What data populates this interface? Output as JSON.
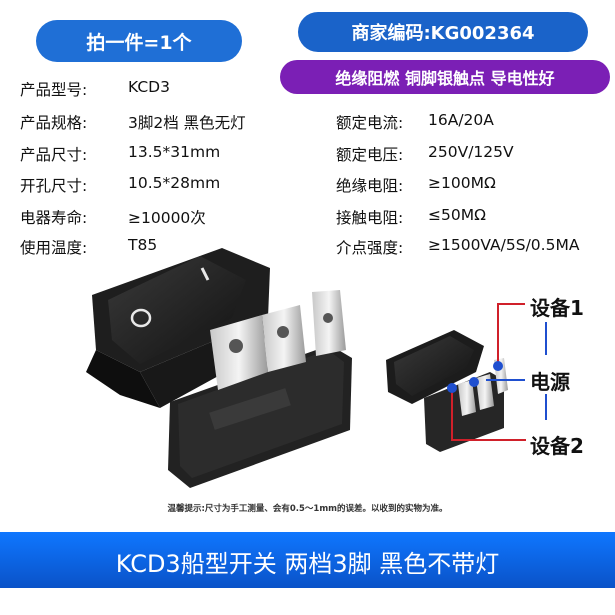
{
  "badges": {
    "quantity": "拍一件=1个",
    "merchant_code": "商家编码:KG002364",
    "features": "绝缘阻燃 铜脚银触点 导电性好"
  },
  "specs_left": [
    {
      "label": "产品型号:",
      "value": "KCD3"
    },
    {
      "label": "产品规格:",
      "value": "3脚2档 黑色无灯"
    },
    {
      "label": "产品尺寸:",
      "value": "13.5*31mm"
    },
    {
      "label": "开孔尺寸:",
      "value": "10.5*28mm"
    },
    {
      "label": "电器寿命:",
      "value": "≥10000次"
    },
    {
      "label": "使用温度:",
      "value": "T85"
    }
  ],
  "specs_right": [
    {
      "label": "额定电流:",
      "value": "16A/20A"
    },
    {
      "label": "额定电压:",
      "value": "250V/125V"
    },
    {
      "label": "绝缘电阻:",
      "value": "≥100MΩ"
    },
    {
      "label": "接触电阻:",
      "value": "≤50MΩ"
    },
    {
      "label": "介点强度:",
      "value": "≥1500VA/5S/0.5MA"
    }
  ],
  "wiring": {
    "device1": "设备1",
    "power": "电源",
    "device2": "设备2",
    "switch_on_mark": "I",
    "switch_off_mark": "O"
  },
  "note": "温馨提示:尺寸为手工测量、会有0.5～1mm的误差。以收到的实物为准。",
  "banner": "KCD3船型开关 两档3脚 黑色不带灯",
  "colors": {
    "badge_blue": "#1f6fd6",
    "feature_purple": "#7b1fb5",
    "wire_red": "#d0202a",
    "wire_blue": "#1f4fcf",
    "banner_blue": "#0a52c8"
  }
}
